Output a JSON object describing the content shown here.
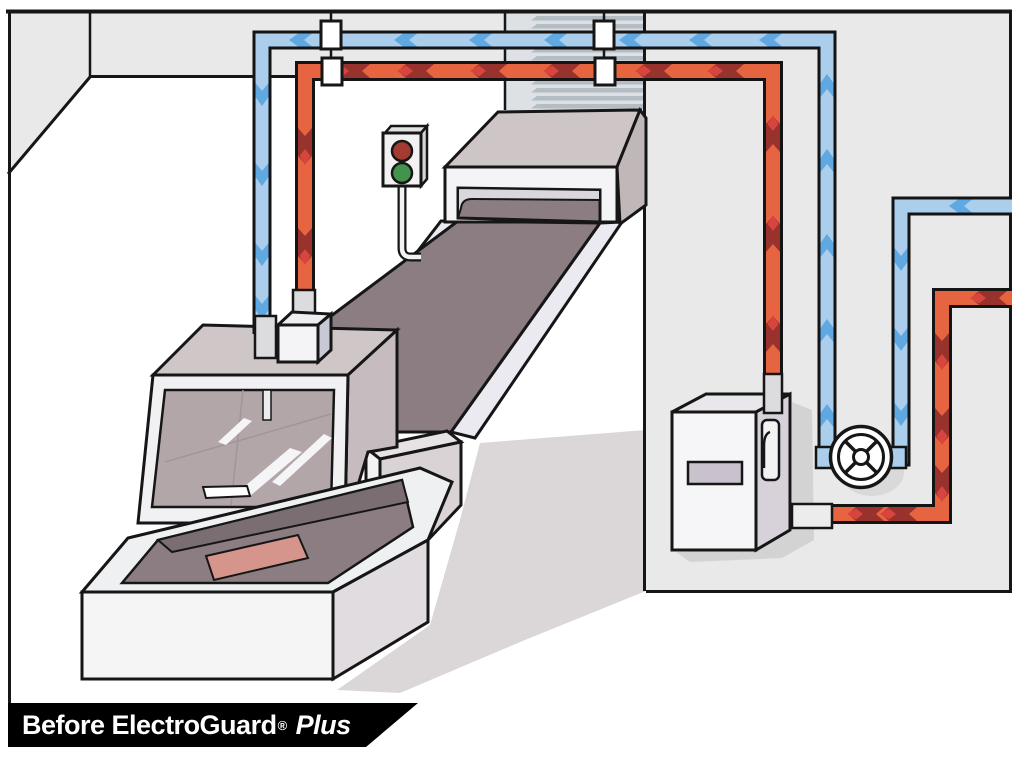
{
  "banner": {
    "prefix": "Before ElectroGuard",
    "registered_mark": "®",
    "suffix": "Plus",
    "background_color": "#000000",
    "text_color": "#ffffff"
  },
  "scene": {
    "description": "Isometric technical illustration of a soldering/conveyor machine installation shown before ElectroGuard Plus protection",
    "indicator_light": {
      "lights": [
        {
          "name": "stop-light",
          "color": "#a33b32"
        },
        {
          "name": "go-light",
          "color": "#42934b"
        }
      ]
    },
    "lines": {
      "cool_line": {
        "pipe_color": "#aaceec",
        "arrow_color": "#5fa8e2",
        "flow_path": "wall inlet → down to blower fan → up and across ceiling → down into machine hood"
      },
      "hot_line": {
        "pipe_color": "#e66440",
        "arrow_color": "#97322c",
        "arrow_tip_color": "#d8443e",
        "flow_path": "wall inlet → down and across to disconnect panel → out of panel top → across ceiling → down into machine junction box"
      }
    },
    "components": [
      "soldering machine with open glass hood",
      "machine interior with solder bath",
      "conveyor belt",
      "conveyor exhaust hood",
      "louvered duct column",
      "stop-go indicator light",
      "electrical disconnect panel with handle",
      "inline blower fan",
      "pipe hangers"
    ]
  }
}
